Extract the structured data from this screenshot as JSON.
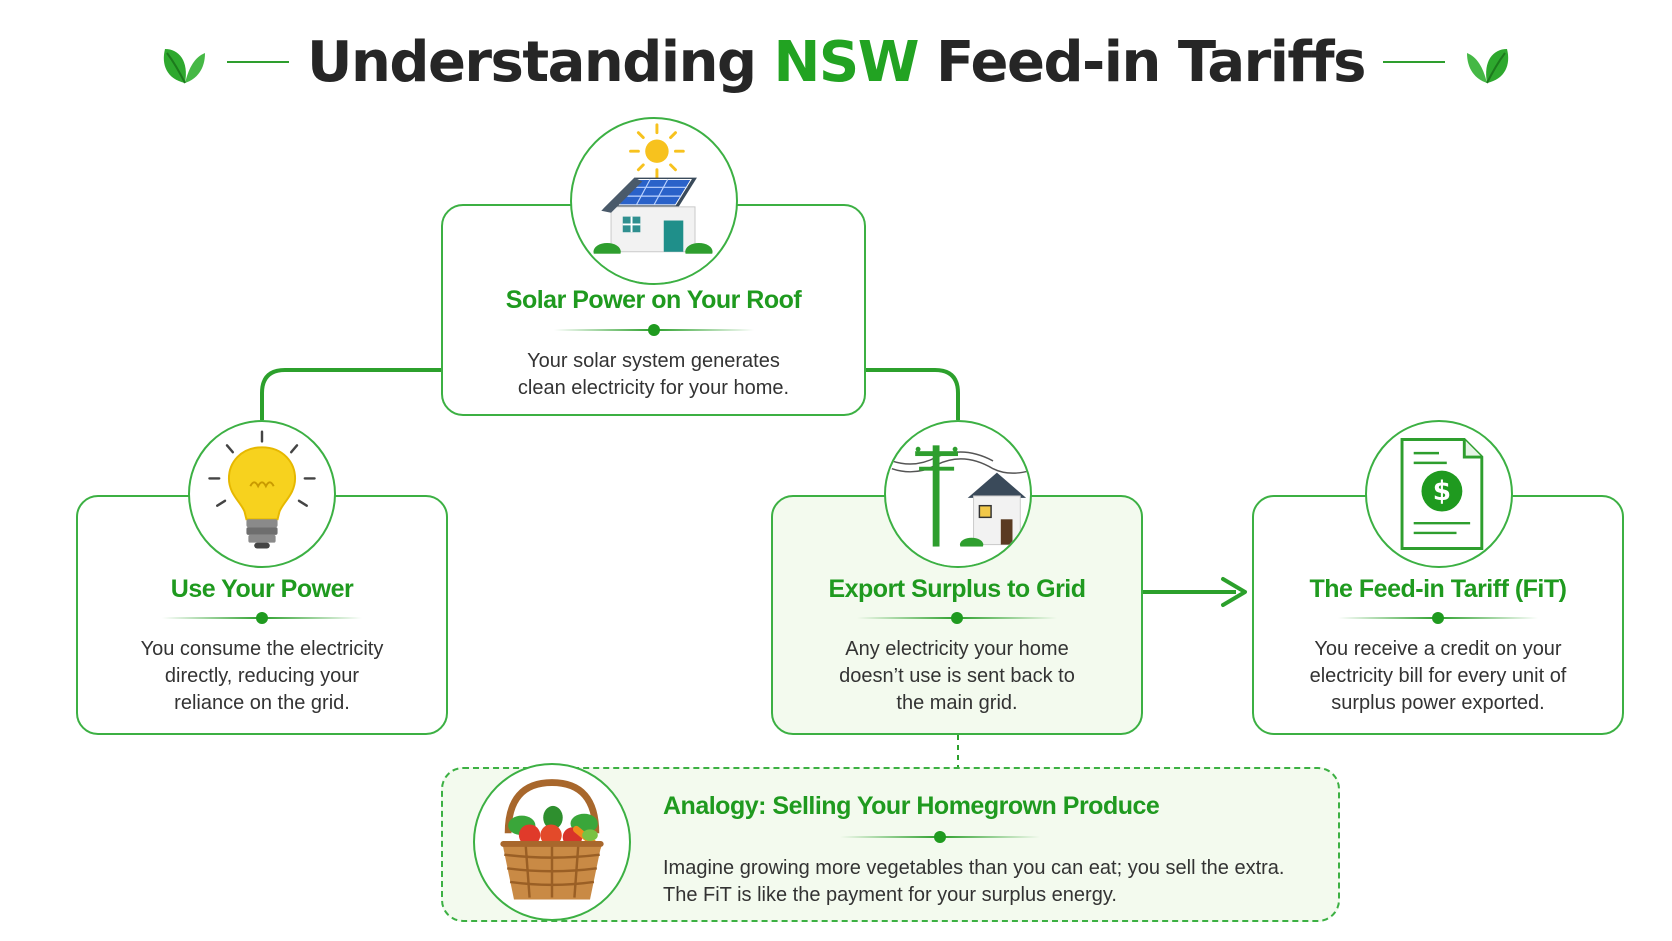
{
  "title": {
    "prefix": "Understanding",
    "accent": "NSW",
    "suffix": "Feed-in Tariffs"
  },
  "colors": {
    "brand_green": "#22a322",
    "border_green": "#3cb043",
    "title_text": "#262626",
    "card_tint": "#f3faee",
    "sun_yellow": "#f7c21e"
  },
  "nodes": {
    "solar": {
      "heading": "Solar Power on Your Roof",
      "body_line1": "Your solar system generates",
      "body_line2": "clean electricity for your home.",
      "icon": "solar-house-icon"
    },
    "use": {
      "heading": "Use Your Power",
      "body_line1": "You consume the electricity",
      "body_line2": "directly, reducing your",
      "body_line3": "reliance on the grid.",
      "icon": "lightbulb-icon"
    },
    "export": {
      "heading": "Export Surplus to Grid",
      "body_line1": "Any electricity your home",
      "body_line2": "doesn’t use is sent back to",
      "body_line3": "the main grid.",
      "icon": "power-pole-house-icon"
    },
    "fit": {
      "heading": "The Feed-in Tariff (FiT)",
      "body_line1": "You receive a credit on your",
      "body_line2": "electricity bill for every unit of",
      "body_line3": "surplus power exported.",
      "icon": "dollar-bill-document-icon"
    },
    "analogy": {
      "heading": "Analogy: Selling Your Homegrown Produce",
      "body_line1": "Imagine growing more vegetables than you can eat; you sell the extra.",
      "body_line2": "The FiT is like the payment for your surplus energy.",
      "icon": "vegetable-basket-icon"
    }
  }
}
